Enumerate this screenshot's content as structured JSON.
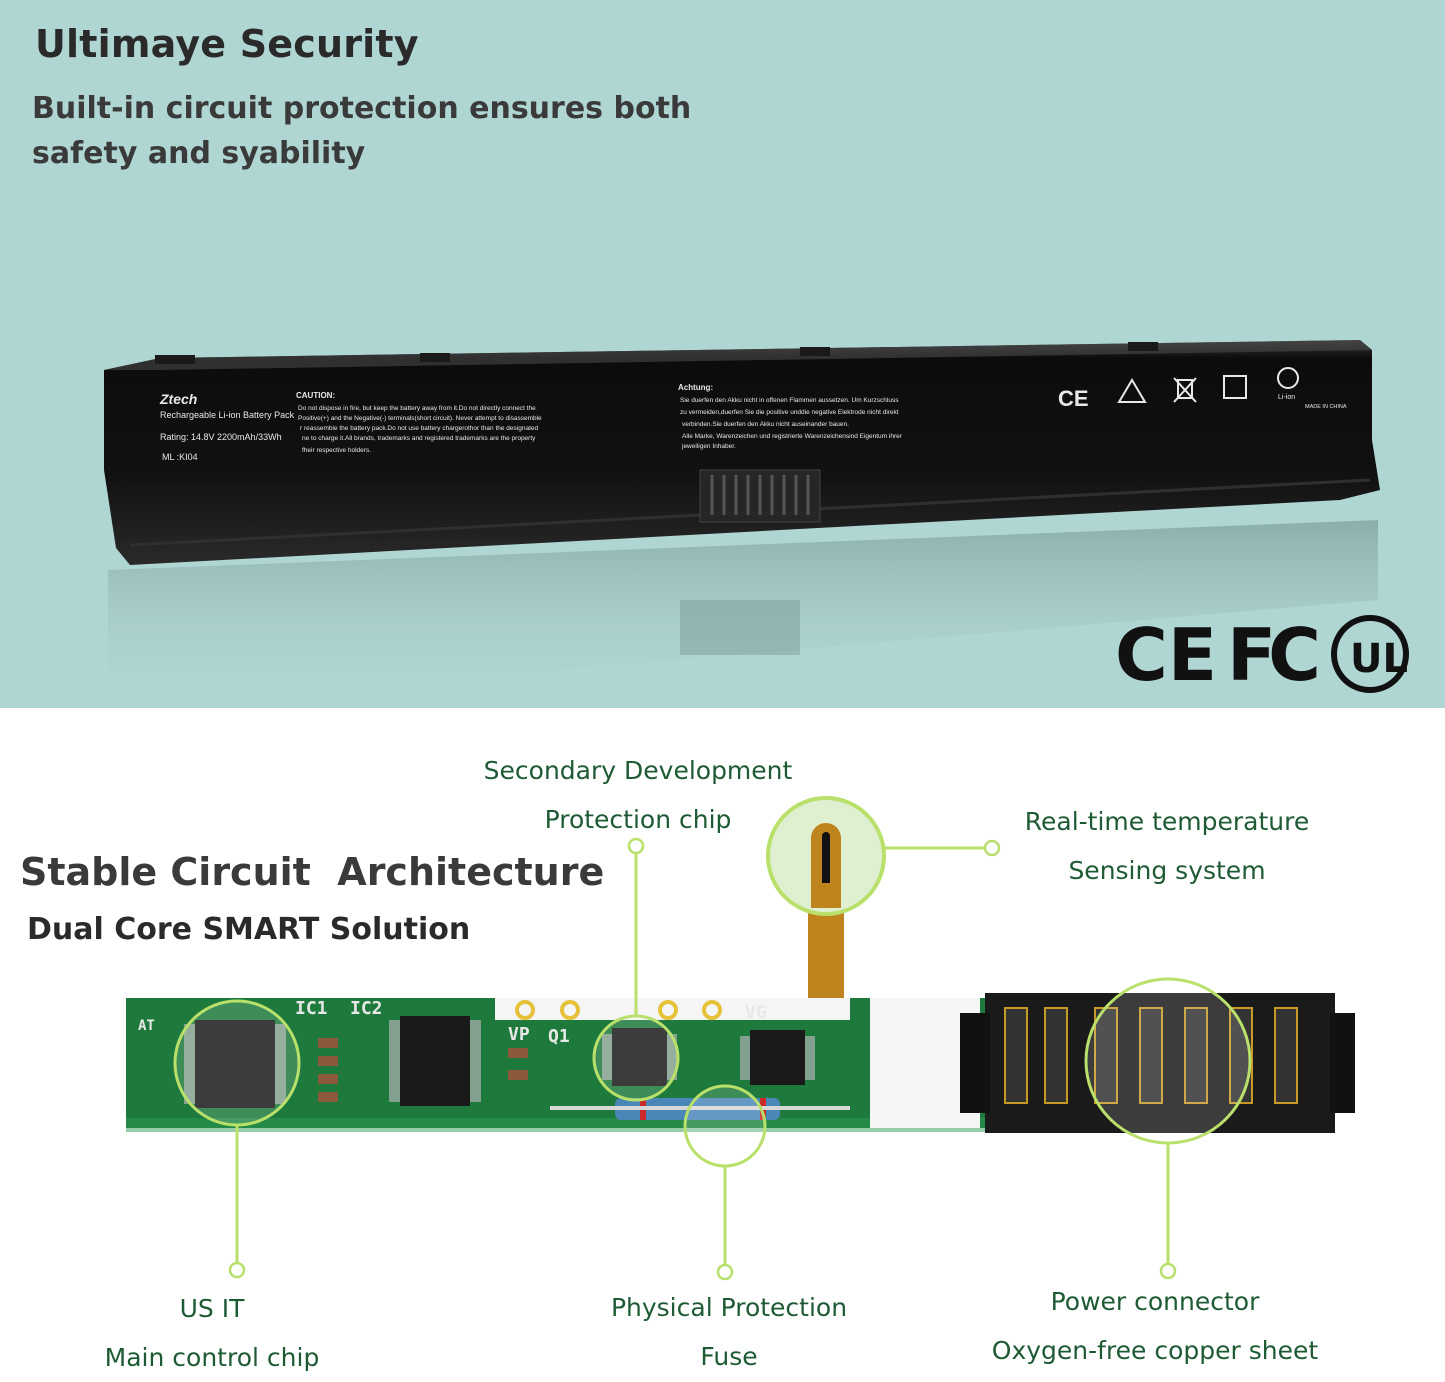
{
  "top": {
    "title": "Ultimaye Security",
    "subtitle_line1": "Built-in circuit protection ensures both",
    "subtitle_line2": "safety and syability",
    "colors": {
      "background": "#b0d6d3",
      "battery": "#121212"
    },
    "battery_label": {
      "brand": "Ztech",
      "type": "Rechargeable Li-ion Battery Pack",
      "rating": "Rating: 14.8V 2200mAh/33Wh",
      "model": "ML :KI04",
      "caution_title": "CAUTION:",
      "caution_lines": [
        "Do not dispose in fire, but keep the battery away from it.Do not directly connect the",
        "Positive(+) and the Negative(-) terminals(short circuit). Never attempt to disassemble",
        "r reassemble the battery pack.Do not use battery chargerothor than the designated",
        "ne to charge it.All brands, trademarks and registered trademarks are the property",
        "fheir respective holders."
      ],
      "achtung_title": "Achtung:",
      "achtung_lines": [
        "Sie duerfen den Akku nicht in offenen Flammen aussetzen. Um Kurzschluss",
        "zu vermeiden,duerfen Sie die positive unddie negative Elektrode nicht direkt",
        "verbinden.Sie duerfen den Akku nicht auseinander bauen.",
        "Alle Marke, Warenzeichen und registrierte Warenzeichensind Eigentum ihrer",
        "jeweiligen Inhaber."
      ],
      "li_ion": "Li-ion",
      "made_in": "MADE IN CHINA"
    },
    "cert_marks": {
      "ce": "CE",
      "fcc": "FC",
      "ul": "UL"
    }
  },
  "bottom": {
    "title": "Stable Circuit  Architecture",
    "subtitle": "Dual Core SMART Solution",
    "labels": {
      "secondary": [
        "Secondary Development",
        "Protection chip"
      ],
      "temperature": [
        "Real-time temperature",
        "Sensing system"
      ],
      "main_chip": [
        "US IT",
        "Main control chip"
      ],
      "fuse": [
        "Physical Protection",
        "Fuse"
      ],
      "connector": [
        "Power connector",
        "Oxygen-free copper sheet"
      ]
    },
    "pcb_marks": [
      "IC1",
      "IC2",
      "VP",
      "Q1",
      "VG",
      "AT"
    ],
    "colors": {
      "label_text": "#1e5b34",
      "leader_line": "#b8e06a",
      "pcb": "#1d7a3c"
    }
  }
}
